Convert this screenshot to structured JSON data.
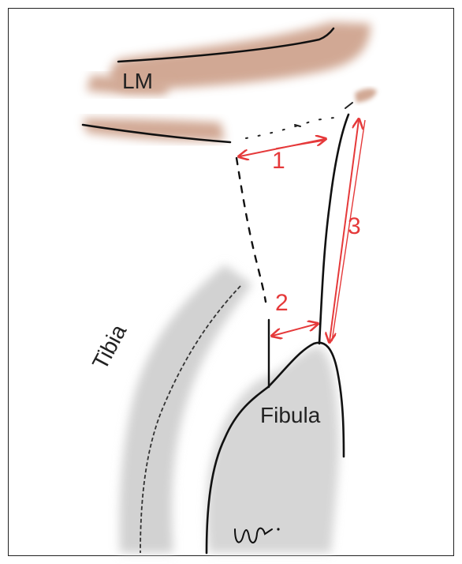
{
  "labels": {
    "lm": "LM",
    "tibia": "Tibia",
    "fibula": "Fibula",
    "measure_1": "1",
    "measure_2": "2",
    "measure_3": "3"
  },
  "colors": {
    "ligament": "#c99a82",
    "bone_shade": "#d2d2d2",
    "outline": "#111111",
    "arrow": "#e5393a"
  }
}
